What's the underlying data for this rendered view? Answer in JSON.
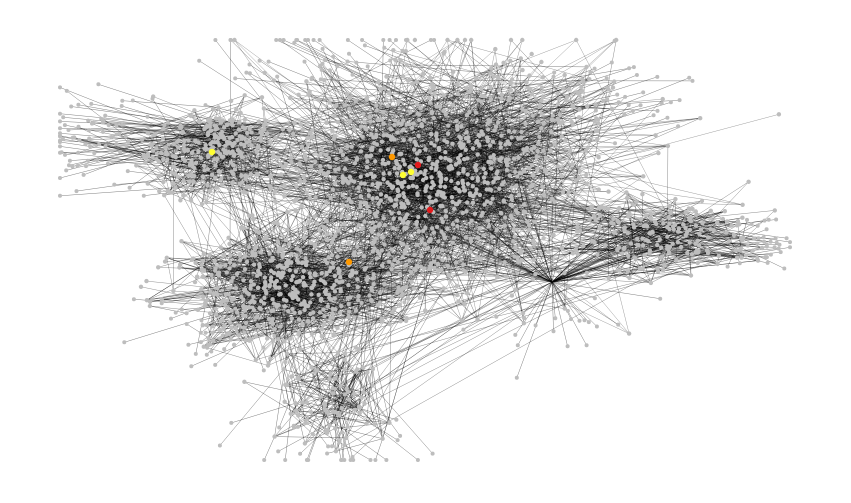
{
  "figure": {
    "kind": "network-graph",
    "background": "#ffffff"
  },
  "style": {
    "edge_color": "#000000",
    "node_color_default": "#bdbdbd",
    "highlight_colors": {
      "red": "#e31a1c",
      "orange": "#ff9900",
      "yellow": "#ffff33"
    }
  },
  "clusters": [
    {
      "id": "central-core"
    },
    {
      "id": "left-fan"
    },
    {
      "id": "lower-left-lobe"
    },
    {
      "id": "right-lobe"
    },
    {
      "id": "bottom-lobe"
    }
  ],
  "highlights": [
    {
      "id": "highlight-red-1",
      "color": "red"
    },
    {
      "id": "highlight-red-2",
      "color": "red"
    },
    {
      "id": "highlight-orange-1",
      "color": "orange"
    },
    {
      "id": "highlight-orange-2",
      "color": "orange"
    },
    {
      "id": "highlight-yellow-1",
      "color": "yellow"
    },
    {
      "id": "highlight-yellow-2",
      "color": "yellow"
    },
    {
      "id": "highlight-yellow-3",
      "color": "yellow"
    }
  ]
}
